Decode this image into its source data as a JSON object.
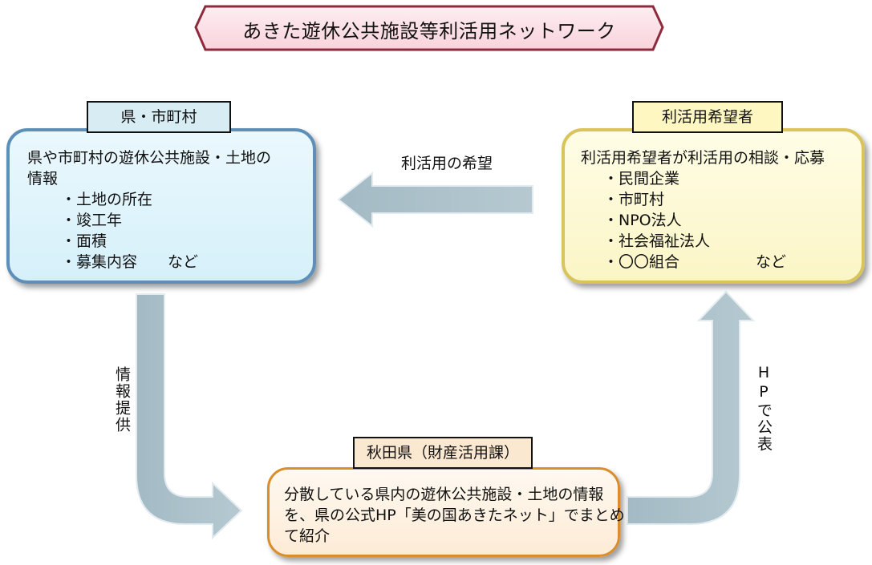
{
  "title": "あきた遊休公共施設等利活用ネットワーク",
  "nodes": {
    "prefecture_municipal": {
      "tag": "県・市町村",
      "lines": [
        "県や市町村の遊休公共施設・土地の",
        "情報"
      ],
      "items": [
        "・土地の所在",
        "・竣工年",
        "・面積",
        "・募集内容　　など"
      ]
    },
    "applicants": {
      "tag": "利活用希望者",
      "lines": [
        "利活用希望者が利活用の相談・応募"
      ],
      "items": [
        "・民間企業",
        "・市町村",
        "・NPO法人",
        "・社会福祉法人",
        "・〇〇組合　　　　　など"
      ]
    },
    "akita_prefecture": {
      "tag": "秋田県（財産活用課）",
      "lines": [
        "分散している県内の遊休公共施設・土地の情報",
        "を、県の公式HP「美の国あきたネット」でまとめ",
        "て紹介"
      ]
    }
  },
  "edges": {
    "applicants_to_municipal": "利活用の希望",
    "municipal_to_prefecture": "情報提供",
    "prefecture_to_applicants": "HPで公表"
  },
  "colors": {
    "arrow_fill": "#a8bec8",
    "arrow_stroke": "#e4edf0",
    "title_fill": "#fde0e6",
    "blue_border": "#5d8fb8",
    "yellow_border": "#d8c45a",
    "orange_border": "#d98d2c"
  }
}
